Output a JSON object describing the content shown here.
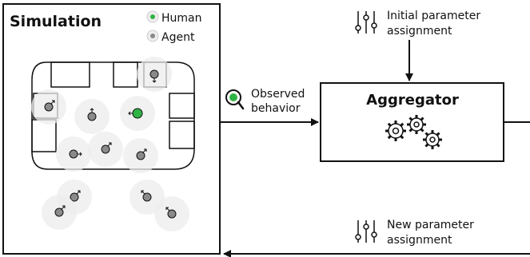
{
  "simulation": {
    "title": "Simulation",
    "legend": [
      {
        "label": "Human",
        "color": "#1faa3a"
      },
      {
        "label": "Agent",
        "color": "#8a8a8a"
      }
    ],
    "human_color": "#2fb344",
    "agent_color": "#8a8a8a"
  },
  "observed": {
    "line1": "Observed",
    "line2": "behavior",
    "icon": "magnifier-icon"
  },
  "aggregator": {
    "title": "Aggregator",
    "icon": "gears-icon"
  },
  "initial_param": {
    "line1": "Initial parameter",
    "line2": "assignment",
    "icon": "sliders-icon"
  },
  "new_param": {
    "line1": "New parameter",
    "line2": "assignment",
    "icon": "sliders-icon"
  }
}
